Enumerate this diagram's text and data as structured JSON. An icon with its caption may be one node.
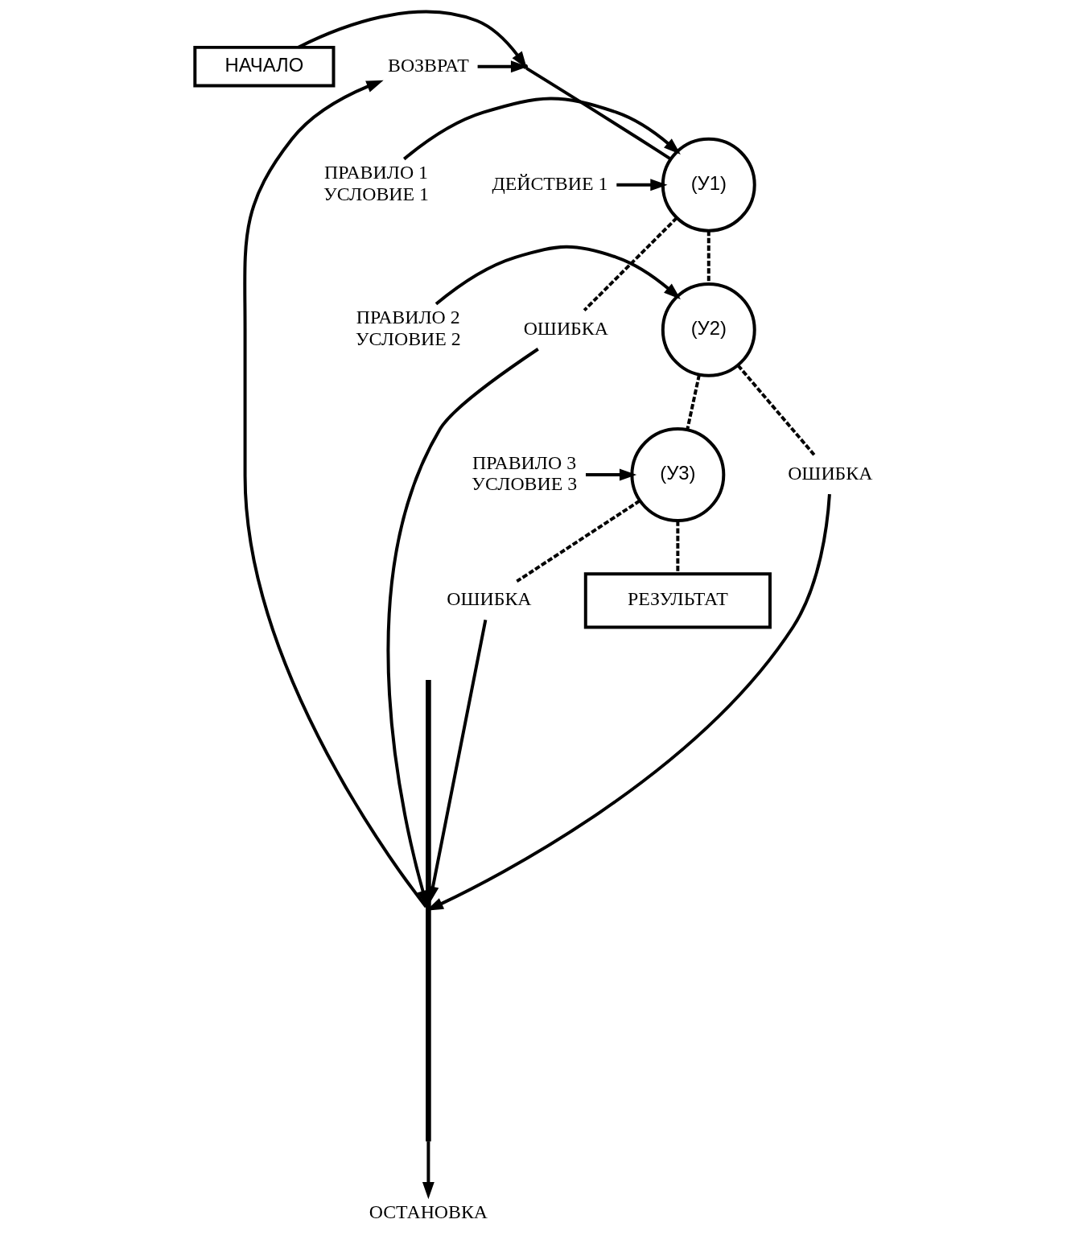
{
  "diagram": {
    "nodes": [
      {
        "text": [
          "НАЧАЛО"
        ]
      },
      {
        "text": [],
        "shape": "point"
      },
      {
        "text": [
          "ВОЗВРАТ"
        ]
      },
      {
        "text": [],
        "shape": "bar"
      },
      {
        "text": [
          "ОСТАНОВКА"
        ]
      },
      {
        "text": [
          "ПРАВИЛО 1",
          "УСЛОВИЕ 1"
        ]
      },
      {
        "text": [
          "(У1)"
        ]
      },
      {
        "text": [
          "ДЕЙСТВИЕ 1"
        ]
      },
      {
        "text": [
          "ОШИБКА"
        ]
      },
      {
        "text": [
          "ПРАВИЛО 2",
          "УСЛОВИЕ 2"
        ]
      },
      {
        "text": [
          "(У2)"
        ]
      },
      {
        "text": [
          "ОШИБКА"
        ]
      },
      {
        "text": [
          "ПРАВИЛО 3",
          "УСЛОВИЕ 3"
        ]
      },
      {
        "text": [
          "(У3)"
        ]
      },
      {
        "text": [
          "ОШИБКА"
        ]
      },
      {
        "text": [
          "РЕЗУЛЬТАТ"
        ]
      }
    ],
    "edges": [
      {
        "from": 0,
        "to": 1,
        "arrow": "to"
      },
      {
        "from": 2,
        "to": 1,
        "arrow": "to"
      },
      {
        "from": 1,
        "to": 6,
        "arrow": "none"
      },
      {
        "from": 3,
        "to": 2,
        "arrow": "to"
      },
      {
        "from": 3,
        "to": 4,
        "arrow": "to"
      },
      {
        "from": 5,
        "to": 6,
        "arrow": "to"
      },
      {
        "from": 7,
        "to": 6,
        "arrow": "to"
      },
      {
        "from": 6,
        "to": 10,
        "arrow": "none",
        "style": "dashed"
      },
      {
        "from": 6,
        "to": 8,
        "arrow": "none",
        "style": "dashed"
      },
      {
        "from": 8,
        "to": 3,
        "arrow": "to"
      },
      {
        "from": 9,
        "to": 10,
        "arrow": "to"
      },
      {
        "from": 10,
        "to": 13,
        "arrow": "none",
        "style": "dashed"
      },
      {
        "from": 10,
        "to": 11,
        "arrow": "none",
        "style": "dashed"
      },
      {
        "from": 11,
        "to": 3,
        "arrow": "to"
      },
      {
        "from": 12,
        "to": 13,
        "arrow": "to"
      },
      {
        "from": 13,
        "to": 15,
        "arrow": "none",
        "style": "dashed"
      },
      {
        "from": 13,
        "to": 14,
        "arrow": "none",
        "style": "dashed"
      },
      {
        "from": 14,
        "to": 3,
        "arrow": "to"
      }
    ]
  }
}
